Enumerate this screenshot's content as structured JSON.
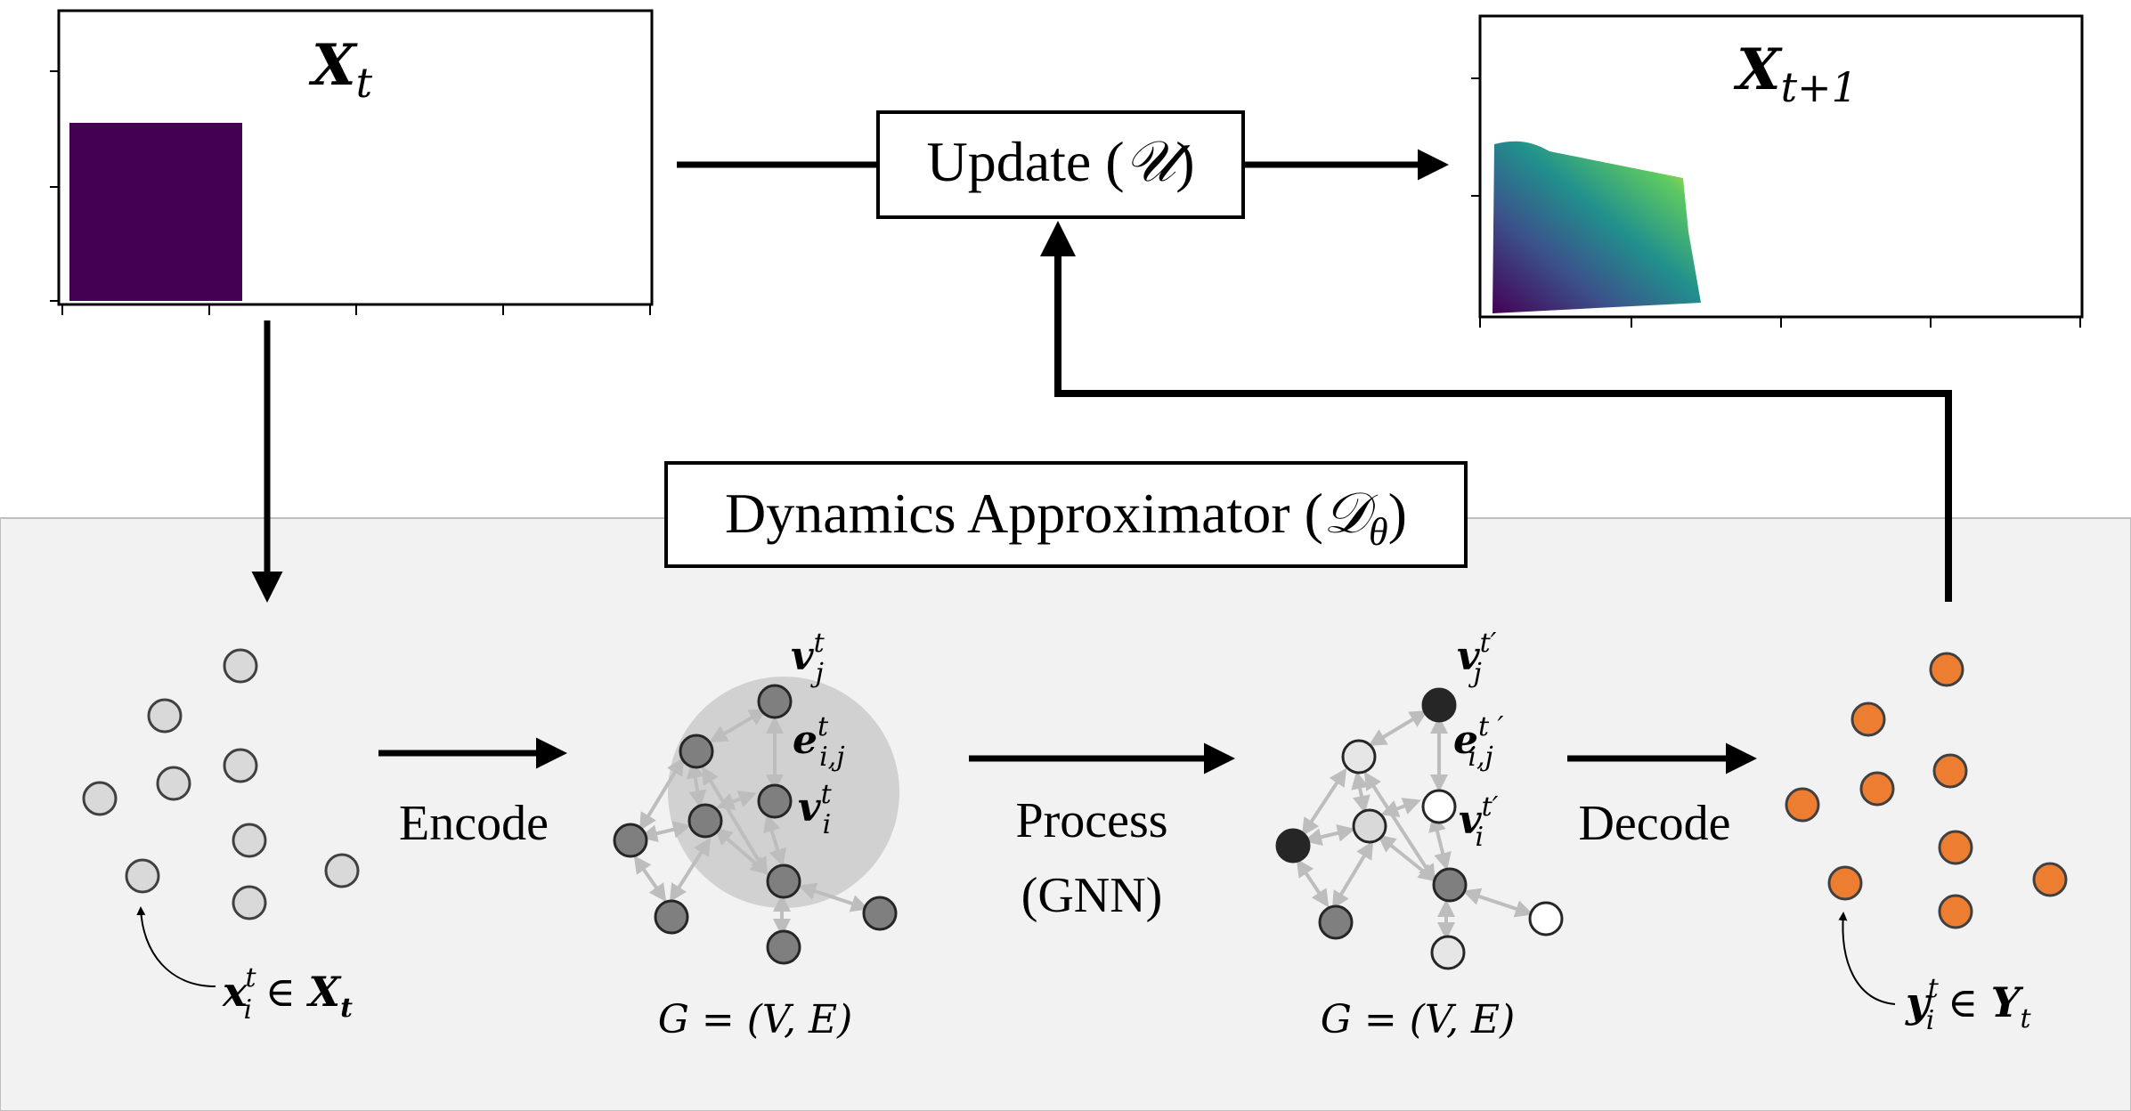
{
  "plots": {
    "before": {
      "title": "X",
      "title_subscript": "t"
    },
    "after": {
      "title": "X",
      "title_subscript": "t+1"
    }
  },
  "update_box": {
    "text": "Update (",
    "symbol": "𝒰",
    "close": ")"
  },
  "approximator": {
    "text": "Dynamics Approximator (",
    "symbol": "𝒟",
    "subscript": "θ",
    "close": ")"
  },
  "steps": {
    "encode": "Encode",
    "process_line1": "Process",
    "process_line2": "(GNN)",
    "decode": "Decode"
  },
  "labels": {
    "x_var": "x",
    "x_sub": "i",
    "x_sup": "t",
    "x_in": " ∈ ",
    "x_set": "X",
    "x_set_sub": "t",
    "y_var": "y",
    "y_sub": "i",
    "y_sup": "t",
    "y_in": " ∈ ",
    "y_set": "Y",
    "y_set_sub": "t",
    "graph_1": "G = (V, E)",
    "graph_2": "G = (V, E)",
    "vj": "v",
    "vj_sub": "j",
    "vj_sup": "t",
    "eij": "e",
    "eij_sub": "i,j",
    "eij_sup": "t",
    "vi": "v",
    "vi_sub": "i",
    "vi_sup": "t",
    "vj2": "v",
    "vj2_sub": "j",
    "vj2_sup": "t′",
    "eij2": "e",
    "eij2_sub": "i,j",
    "eij2_sup": "t ′",
    "vi2": "v",
    "vi2_sub": "i",
    "vi2_sup": "t′"
  },
  "colors": {
    "panel_bg": "#f2f2f2",
    "particle_light": "#d9d9d9",
    "node_dark": "#7f7f7f",
    "node_black": "#262626",
    "output": "#ed7d31",
    "viridis_start": "#440154",
    "viridis_mid": "#21908d",
    "viridis_end": "#fde725"
  }
}
